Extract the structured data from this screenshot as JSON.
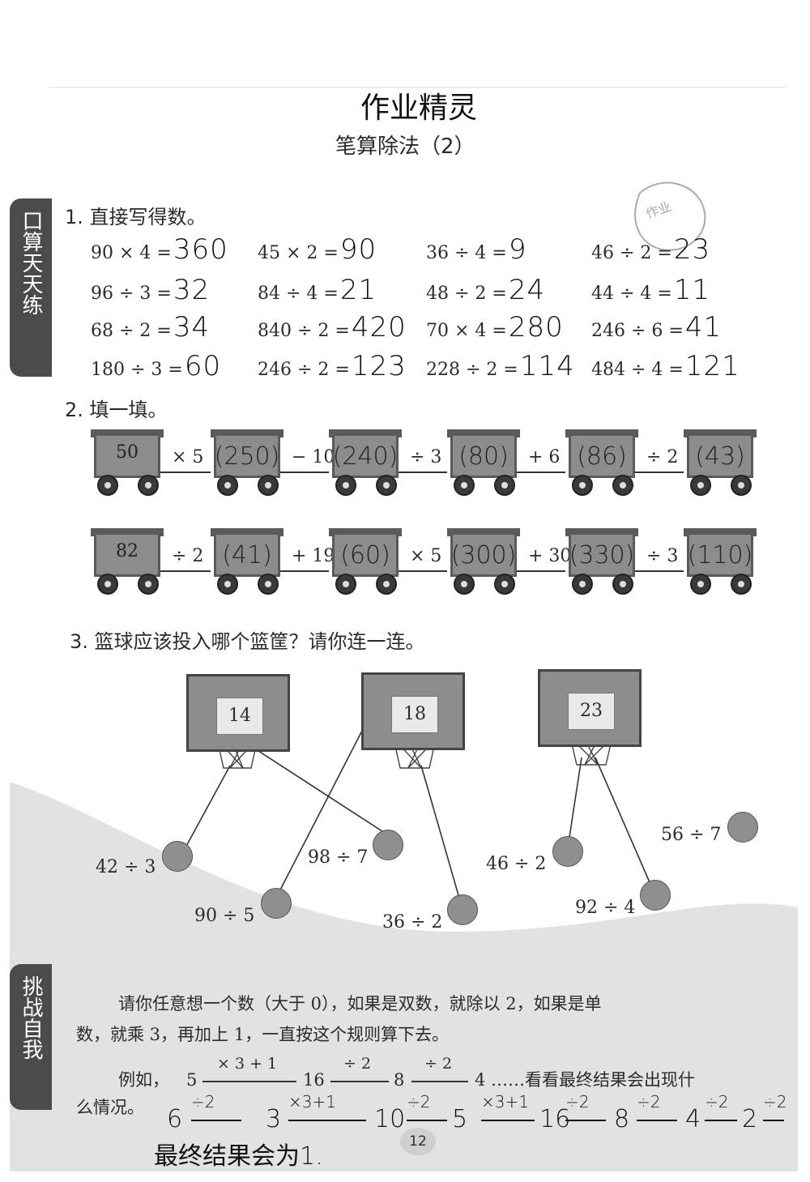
{
  "header": {
    "logo_text": "作业精灵",
    "lesson_title": "笔算除法（2）"
  },
  "side_tabs": {
    "oral": "口算天天练",
    "challenge": "挑战自我"
  },
  "q1": {
    "title": "1. 直接写得数。",
    "items": [
      {
        "expr": "90 × 4 =",
        "ans": "360"
      },
      {
        "expr": "45 × 2 =",
        "ans": "90"
      },
      {
        "expr": "36 ÷ 4 =",
        "ans": "9"
      },
      {
        "expr": "46 ÷ 2 =",
        "ans": "23"
      },
      {
        "expr": "96 ÷ 3 =",
        "ans": "32"
      },
      {
        "expr": "84 ÷ 4 =",
        "ans": "21"
      },
      {
        "expr": "48 ÷ 2 =",
        "ans": "24"
      },
      {
        "expr": "44 ÷ 4 =",
        "ans": "11"
      },
      {
        "expr": "68 ÷ 2 =",
        "ans": "34"
      },
      {
        "expr": "840 ÷ 2 =",
        "ans": "420"
      },
      {
        "expr": "70 × 4 =",
        "ans": "280"
      },
      {
        "expr": "246 ÷ 6 =",
        "ans": "41"
      },
      {
        "expr": "180 ÷ 3 =",
        "ans": "60"
      },
      {
        "expr": "246 ÷ 2 =",
        "ans": "123"
      },
      {
        "expr": "228 ÷ 2 =",
        "ans": "114"
      },
      {
        "expr": "484 ÷ 4 =",
        "ans": "121"
      }
    ]
  },
  "q2": {
    "title": "2. 填一填。",
    "row1": {
      "values": [
        "50",
        "(250)",
        "(240)",
        "(80)",
        "(86)",
        "(43)"
      ],
      "ops": [
        "× 5",
        "− 10",
        "÷ 3",
        "+ 6",
        "÷ 2"
      ]
    },
    "row2": {
      "values": [
        "82",
        "(41)",
        "(60)",
        "(300)",
        "(330)",
        "(110)"
      ],
      "ops": [
        "÷ 2",
        "+ 19",
        "× 5",
        "+ 30",
        "÷ 3"
      ]
    }
  },
  "q3": {
    "title": "3. 篮球应该投入哪个篮筐？请你连一连。",
    "hoops": [
      "14",
      "18",
      "23"
    ],
    "balls": [
      "42 ÷ 3",
      "98 ÷ 7",
      "90 ÷ 5",
      "36 ÷ 2",
      "46 ÷ 2",
      "92 ÷ 4",
      "56 ÷ 7"
    ]
  },
  "challenge": {
    "line1": "请你任意想一个数（大于 0），如果是双数，就除以 2，如果是单",
    "line2": "数，就乘 3，再加上 1，一直按这个规则算下去。",
    "example_prefix": "例如，",
    "example_steps": [
      "5",
      "16",
      "8",
      "4"
    ],
    "example_ops": [
      "× 3 + 1",
      "÷ 2",
      "÷ 2"
    ],
    "example_suffix": "……看看最终结果会出现什",
    "line4": "么情况。",
    "work_values": [
      "6",
      "3",
      "10",
      "5",
      "16",
      "8",
      "4",
      "2"
    ],
    "work_ops": [
      "÷2",
      "×3+1",
      "÷2",
      "×3+1",
      "÷2",
      "÷2",
      "÷2",
      "÷2"
    ],
    "conclusion": "最终结果会为1."
  },
  "footer": {
    "page_number": "12"
  }
}
